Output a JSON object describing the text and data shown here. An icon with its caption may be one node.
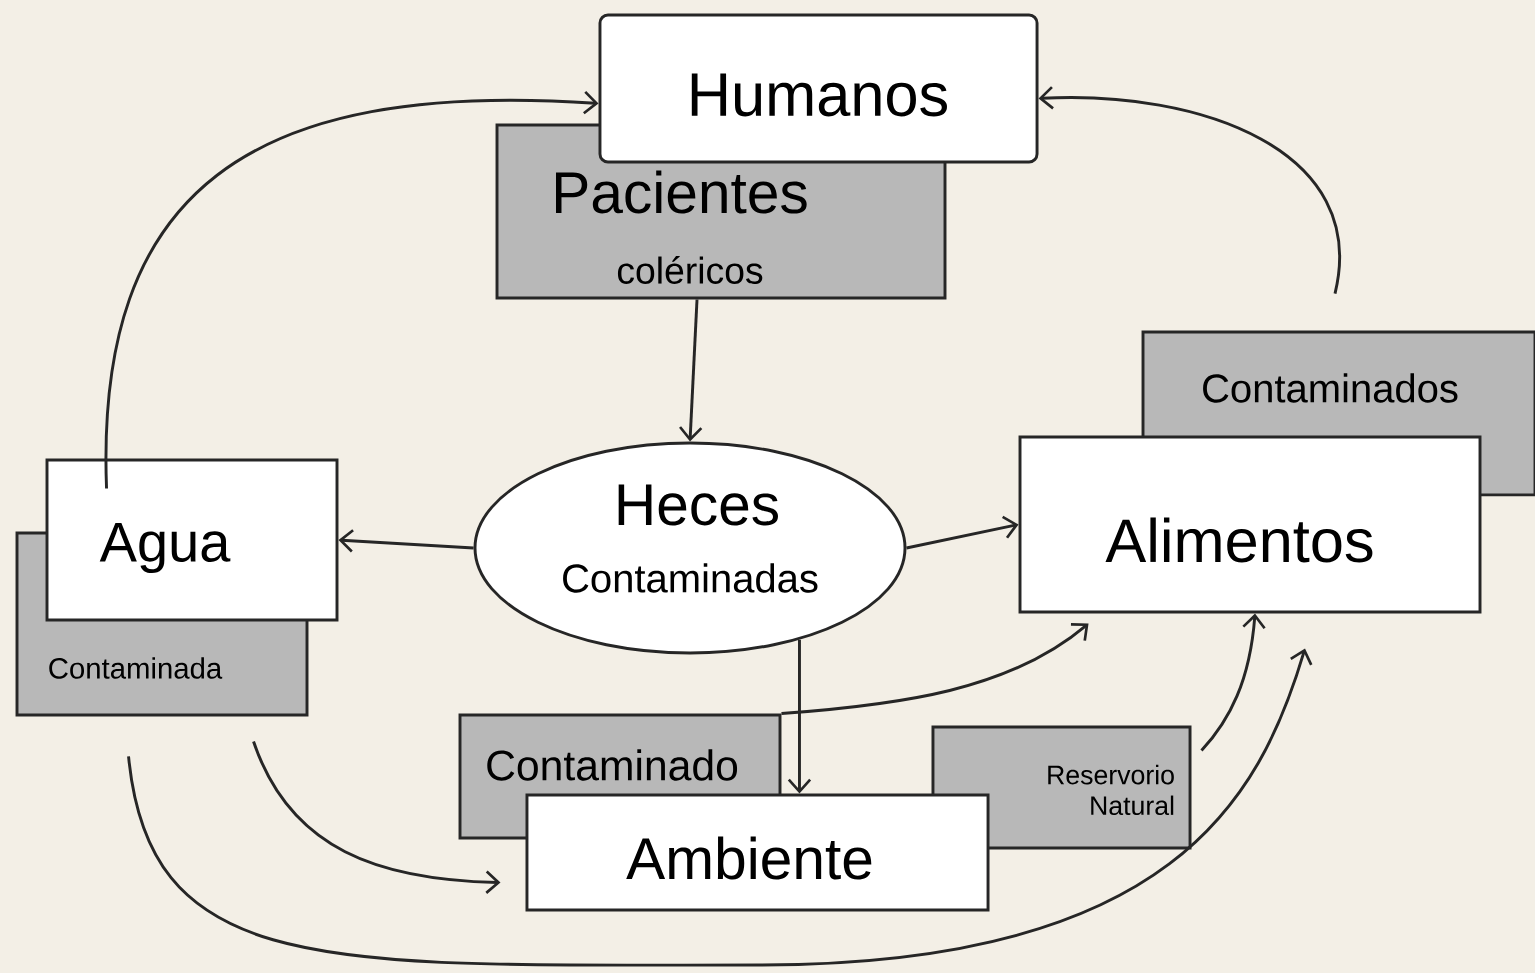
{
  "diagram": {
    "nodes": [
      {
        "text": [
          "Humanos"
        ]
      },
      {
        "text": [
          "Pacientes",
          "coléricos"
        ]
      },
      {
        "text": [
          "Heces",
          "Contaminadas"
        ]
      },
      {
        "text": [
          "Agua"
        ]
      },
      {
        "text": [
          "Contaminada"
        ]
      },
      {
        "text": [
          "Alimentos"
        ]
      },
      {
        "text": [
          "Contaminados"
        ]
      },
      {
        "text": [
          "Ambiente"
        ]
      },
      {
        "text": [
          "Contaminado"
        ]
      },
      {
        "text": [
          "Reservorio Natural"
        ]
      }
    ],
    "edges": [
      {
        "from": 1,
        "to": 2,
        "arrow": "to"
      },
      {
        "from": 2,
        "to": 3,
        "arrow": "to"
      },
      {
        "from": 2,
        "to": 5,
        "arrow": "to"
      },
      {
        "from": 2,
        "to": 7,
        "arrow": "to"
      },
      {
        "from": 8,
        "to": 5,
        "arrow": "to"
      },
      {
        "from": 9,
        "to": 5,
        "arrow": "to"
      },
      {
        "from": 4,
        "to": 7,
        "arrow": "to"
      },
      {
        "from": 4,
        "to": 5,
        "arrow": "to"
      },
      {
        "from": 3,
        "to": 0,
        "arrow": "to"
      },
      {
        "from": 6,
        "to": 0,
        "arrow": "to"
      }
    ]
  }
}
